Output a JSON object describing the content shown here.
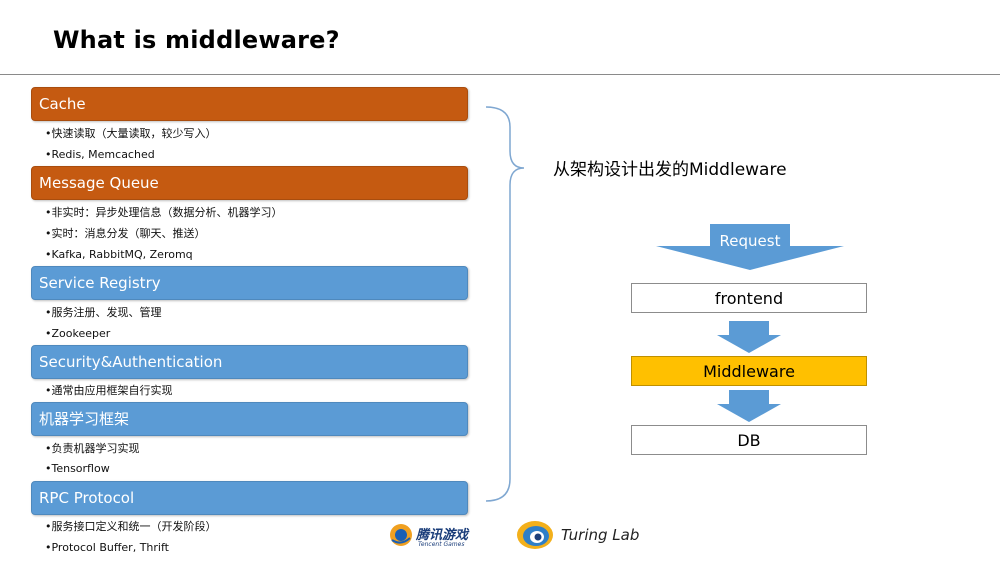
{
  "slide": {
    "title": "What is middleware?"
  },
  "sections": [
    {
      "label": "Cache",
      "color": "#c55a11",
      "bullets": [
        "•快速读取（大量读取，较少写入）",
        "•Redis, Memcached"
      ]
    },
    {
      "label": "Message Queue",
      "color": "#c55a11",
      "bullets": [
        "•非实时：异步处理信息（数据分析、机器学习）",
        "•实时：消息分发（聊天、推送）",
        "•Kafka, RabbitMQ, Zeromq"
      ]
    },
    {
      "label": "Service Registry",
      "color": "#5b9bd5",
      "bullets": [
        "•服务注册、发现、管理",
        "•Zookeeper"
      ]
    },
    {
      "label": "Security&Authentication",
      "color": "#5b9bd5",
      "bullets": [
        "•通常由应用框架自行实现"
      ]
    },
    {
      "label": "机器学习框架",
      "color": "#5b9bd5",
      "bullets": [
        "•负责机器学习实现",
        "•Tensorflow"
      ]
    },
    {
      "label": "RPC Protocol",
      "color": "#5b9bd5",
      "bullets": [
        "•服务接口定义和统一（开发阶段）",
        "•Protocol Buffer, Thrift"
      ]
    }
  ],
  "architecture": {
    "label": "从架构设计出发的Middleware",
    "request": "Request",
    "frontend": "frontend",
    "middleware": "Middleware",
    "db": "DB",
    "arrow_color": "#5b9bd5",
    "highlight_color": "#ffc000"
  },
  "logos": {
    "tencent_main": "腾讯游戏",
    "tencent_sub": "Tencent Games",
    "turing": "Turing Lab"
  }
}
